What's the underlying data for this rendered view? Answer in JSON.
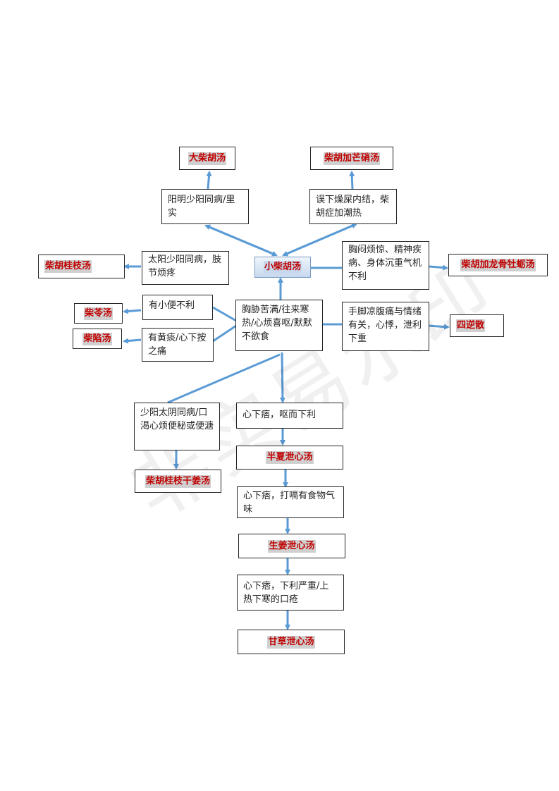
{
  "nodes": {
    "da_chaihu": "大柴胡汤",
    "chaihu_jia_mangxiao": "柴胡加芒硝汤",
    "yangming_shaoyang": "阳明少阳同病/里实",
    "wuxia_zaoshi": "误下燥屎内结，柴胡症加潮热",
    "chaihu_guizhi": "柴胡桂枝汤",
    "taiyang_shaoyang": "太阳少阳同病，肢节烦疼",
    "xiao_chaihu": "小柴胡汤",
    "xiongmen_fanjing": "胸闷烦惊、精神疾病、身体沉重气机不利",
    "chaihu_longgu_muli": "柴胡加龙骨牡蛎汤",
    "chaihu_fuling": "柴苓汤",
    "xiaobian_buli": "有小便不利",
    "xiongxie_kuman": "胸胁苦满/往来寒热/心烦喜呕/默默不欲食",
    "shoujiao_liang": "手脚凉腹痛与情绪有关，心悸，泄利下重",
    "sini_san": "四逆散",
    "chaihu_xian": "柴陷汤",
    "huang_tan": "有黄痰/心下按之痛",
    "shaoyang_taiyin": "少阳太阴同病/口渴心烦便秘或便溏",
    "xinxia_pi_ou": "心下痞，呕而下利",
    "banxia_xiexin": "半夏泄心汤",
    "chaihu_guizhi_ganjiang": "柴胡桂枝干姜汤",
    "xinxia_pi_dage": "心下痞，打嗝有食物气味",
    "shengjiang_xiexin": "生姜泄心汤",
    "xinxia_pi_xiali": "心下痞，下利严重/上热下寒的口疮",
    "gancao_xiexin": "甘草泄心汤"
  },
  "watermark": "非实易水印",
  "colors": {
    "arrow": "#5b9bd5",
    "formula_text": "#c00000",
    "formula_highlight": "#d0d0d0",
    "border": "#262626"
  }
}
